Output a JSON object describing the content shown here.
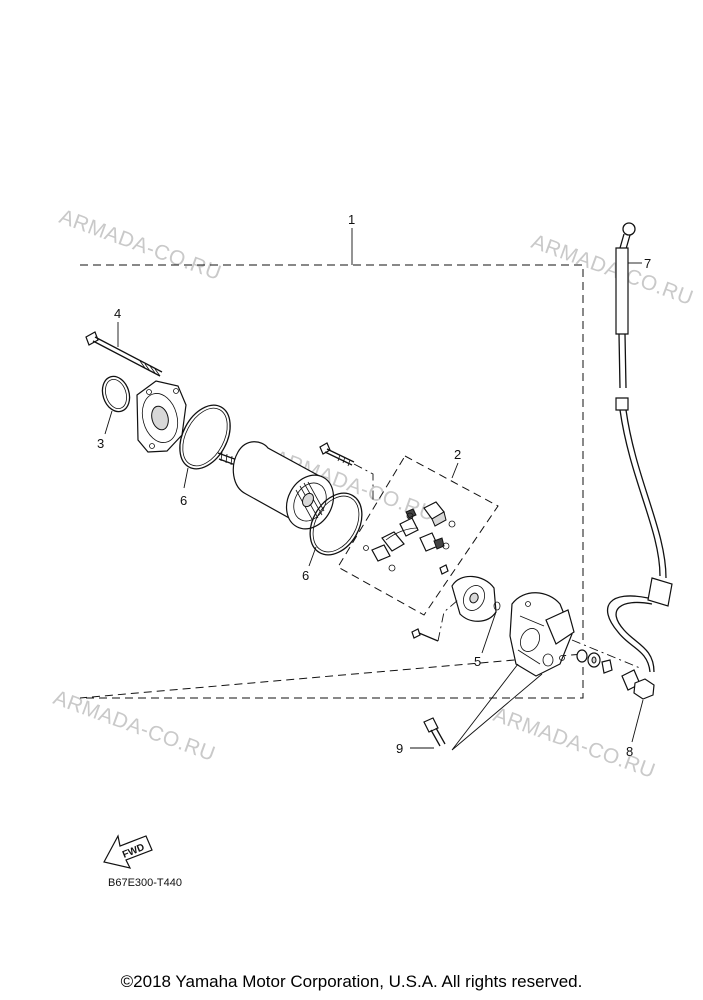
{
  "watermarks": [
    "ARMADA-CO.RU",
    "ARMADA-CO.RU",
    "ARMADA-CO.RU",
    "ARMADA-CO.RU",
    "ARMADA-CO.RU"
  ],
  "callouts": [
    "1",
    "2",
    "3",
    "4",
    "5",
    "6",
    "6",
    "7",
    "8",
    "9"
  ],
  "fwd_label": "FWD",
  "diagram_code": "B67E300-T440",
  "copyright": "©2018 Yamaha Motor Corporation, U.S.A. All rights reserved."
}
